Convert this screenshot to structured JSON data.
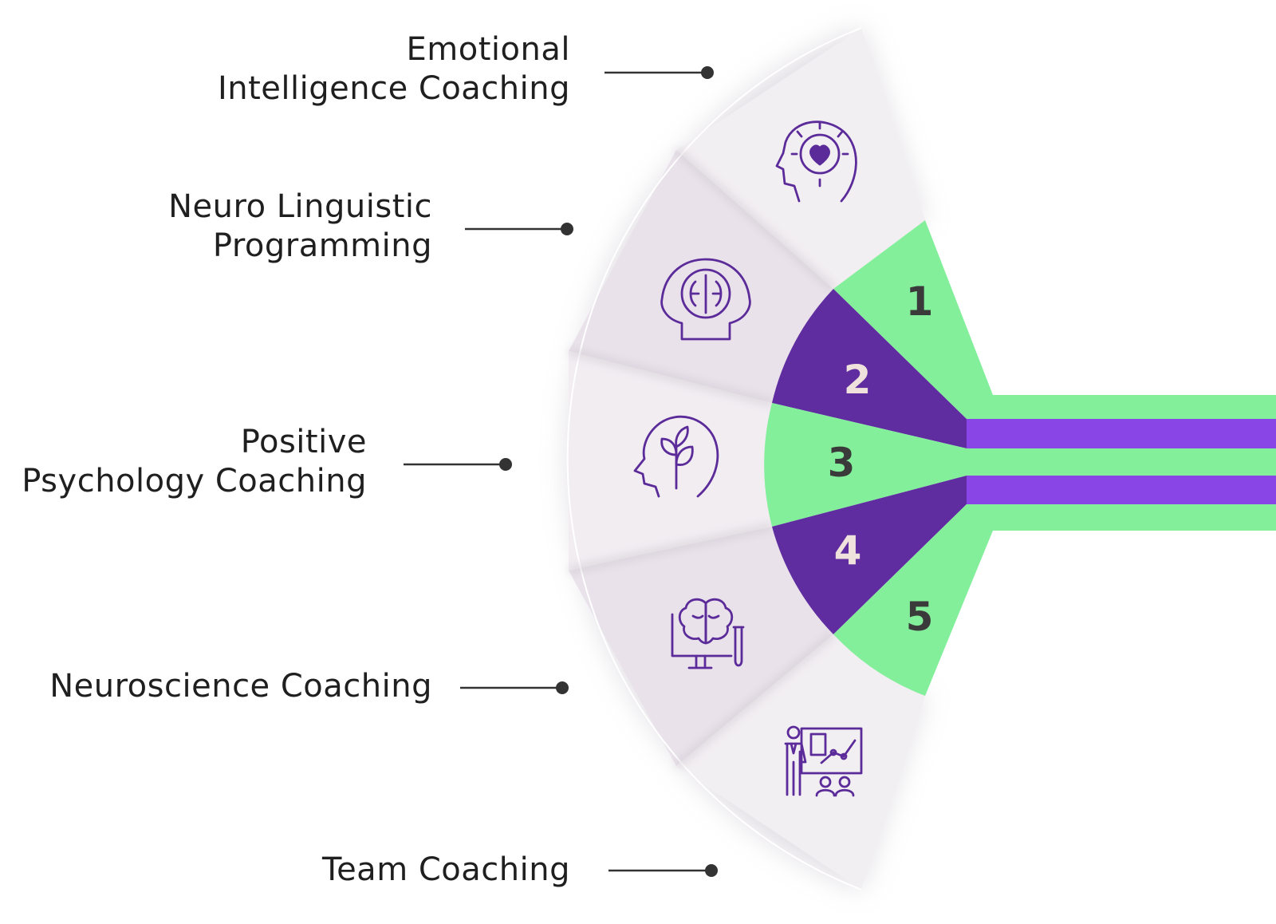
{
  "colors": {
    "green": "#84ef9b",
    "purple_dark": "#5f2da0",
    "purple_light": "#8a45e6",
    "icon_purple": "#5b2b9a",
    "panel": "#eee9ee",
    "number_dark": "#3a3a3a",
    "number_light": "#efe1dc",
    "connector": "#333333"
  },
  "items": [
    {
      "number": "1",
      "label_lines": [
        "Emotional",
        "Intelligence Coaching"
      ],
      "icon": "heart-head-icon"
    },
    {
      "number": "2",
      "label_lines": [
        "Neuro Linguistic",
        "Programming"
      ],
      "icon": "brain-head-icon"
    },
    {
      "number": "3",
      "label_lines": [
        "Positive",
        "Psychology Coaching"
      ],
      "icon": "plant-head-icon"
    },
    {
      "number": "4",
      "label_lines": [
        "Neuroscience Coaching"
      ],
      "icon": "brain-monitor-icon"
    },
    {
      "number": "5",
      "label_lines": [
        "Team Coaching"
      ],
      "icon": "presentation-icon"
    }
  ]
}
